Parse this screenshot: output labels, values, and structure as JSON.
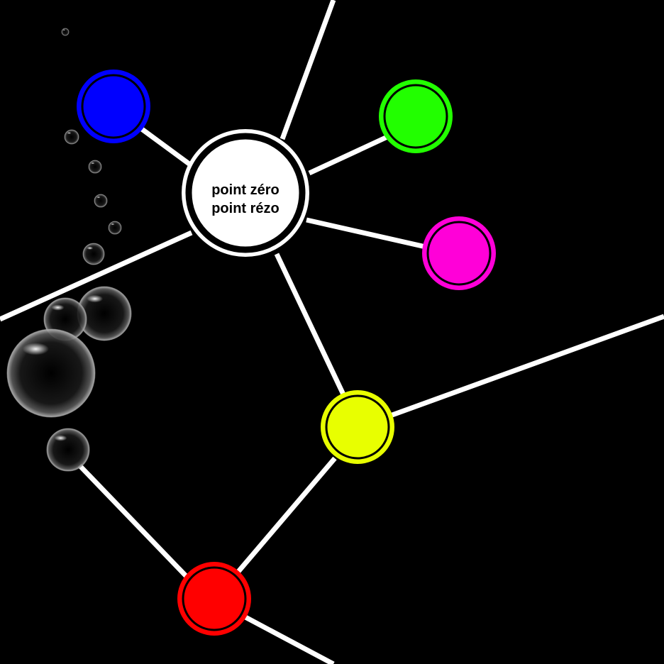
{
  "center_node": {
    "line1": "point zéro",
    "line2": "point rézo",
    "fill_color": "#ffffff",
    "ring_color": "#000000"
  },
  "nodes": [
    {
      "name": "blue-node",
      "color": "#0000ff"
    },
    {
      "name": "green-node",
      "color": "#22ff00"
    },
    {
      "name": "magenta-node",
      "color": "#ff00d8"
    },
    {
      "name": "yellow-node",
      "color": "#e8ff00"
    },
    {
      "name": "red-node",
      "color": "#ff0000"
    }
  ],
  "colors": {
    "background": "#000000",
    "edges": "#ffffff"
  },
  "decoration": "bubbles"
}
